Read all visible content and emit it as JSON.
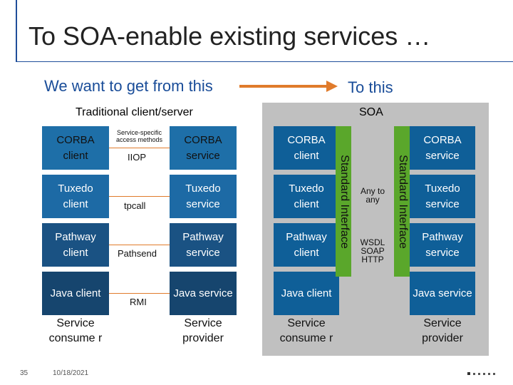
{
  "title": "To SOA-enable existing services …",
  "subtitle_left": "We want to get from this",
  "subtitle_right": "To this",
  "left_heading": "Traditional client/server",
  "right_heading": "SOA",
  "left": {
    "clients": [
      "CORBA client",
      "Tuxedo client",
      "Pathway client",
      "Java client"
    ],
    "services": [
      "CORBA service",
      "Tuxedo service",
      "Pathway service",
      "Java service"
    ],
    "protocols": [
      "IIOP",
      "tpcall",
      "Pathsend",
      "RMI"
    ],
    "protocol_note": "Service-specific access methods",
    "consumer": "Service consume r",
    "provider": "Service provider"
  },
  "right": {
    "clients": [
      "CORBA client",
      "Tuxedo client",
      "Pathway client",
      "Java client"
    ],
    "services": [
      "CORBA service",
      "Tuxedo service",
      "Pathway service",
      "Java service"
    ],
    "bus_label": "Standard Interface",
    "any_to_any": "Any to any",
    "protocols": "WSDL SOAP HTTP",
    "consumer": "Service consume r",
    "provider": "Service provider"
  },
  "footer": {
    "page": "35",
    "date": "10/18/2021"
  },
  "colors": {
    "accent_blue": "#1f4e9a",
    "arrow_orange": "#e07b2b",
    "bus_green": "#5aa72b",
    "panel_gray": "#c0c0c0"
  }
}
